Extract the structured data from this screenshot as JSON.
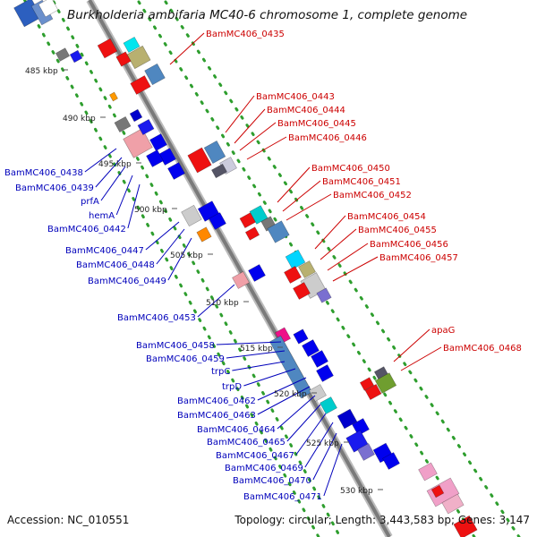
{
  "title": "Burkholderia ambifaria MC40-6 chromosome 1, complete genome",
  "accession": "Accession: NC_010551",
  "summary": "Topology: circular; Length: 3,443,583 bp; Genes: 3,147",
  "ticks": [
    "485 kbp",
    "490 kbp",
    "495 kbp",
    "500 kbp",
    "505 kbp",
    "510 kbp",
    "515 kbp",
    "520 kbp",
    "525 kbp",
    "530 kbp"
  ],
  "labels_forward": [
    "BamMC406_0435",
    "BamMC406_0443",
    "BamMC406_0444",
    "BamMC406_0445",
    "BamMC406_0446",
    "BamMC406_0450",
    "BamMC406_0451",
    "BamMC406_0452",
    "BamMC406_0454",
    "BamMC406_0455",
    "BamMC406_0456",
    "BamMC406_0457",
    "apaG",
    "BamMC406_0468"
  ],
  "labels_reverse": [
    "BamMC406_0438",
    "BamMC406_0439",
    "prfA",
    "hemA",
    "BamMC406_0442",
    "BamMC406_0447",
    "BamMC406_0448",
    "BamMC406_0449",
    "BamMC406_0453",
    "BamMC406_0458",
    "BamMC406_0459",
    "trpC",
    "trpD",
    "BamMC406_0462",
    "BamMC406_0463",
    "BamMC406_0464",
    "BamMC406_0465",
    "BamMC406_0467",
    "BamMC406_0469",
    "BamMC406_0470",
    "BamMC406_0471"
  ],
  "colors": {
    "forward_label": "#cc0000",
    "reverse_label": "#0000bb",
    "backbone": "#999999",
    "guide": "#2e9e2e"
  }
}
